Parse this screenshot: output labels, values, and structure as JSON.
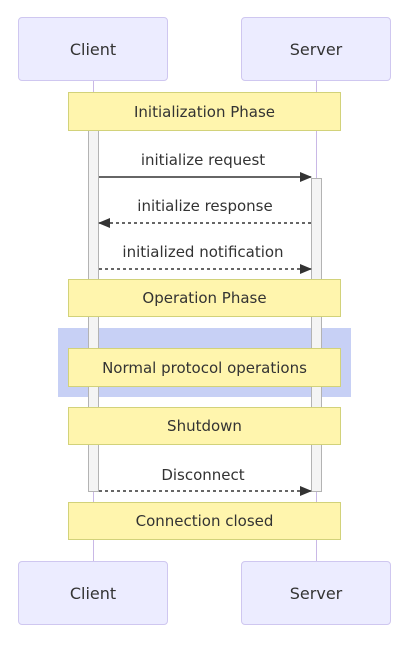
{
  "participants": {
    "client": "Client",
    "server": "Server"
  },
  "notes": {
    "initialization": "Initialization Phase",
    "operation": "Operation Phase",
    "normal_ops": "Normal protocol operations",
    "shutdown": "Shutdown",
    "closed": "Connection closed"
  },
  "messages": [
    {
      "label": "initialize request",
      "from": "client",
      "to": "server",
      "style": "solid"
    },
    {
      "label": "initialize response",
      "from": "server",
      "to": "client",
      "style": "dashed"
    },
    {
      "label": "initialized notification",
      "from": "client",
      "to": "server",
      "style": "dashed"
    },
    {
      "label": "Disconnect",
      "from": "client",
      "to": "server",
      "style": "dashed"
    }
  ],
  "colors": {
    "actor_fill": "#ececff",
    "note_fill": "#fff5ad",
    "region_fill": "#c7d0f5",
    "arrow": "#333333"
  }
}
